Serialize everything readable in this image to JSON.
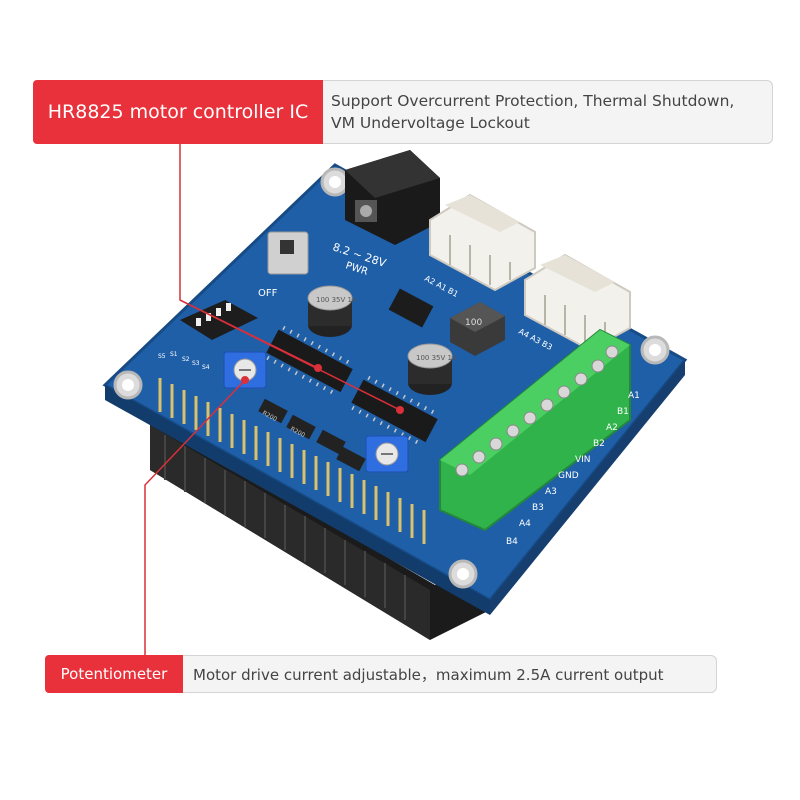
{
  "callouts": {
    "top": {
      "tag": "HR8825 motor controller IC",
      "line1": "Support Overcurrent Protection, Thermal Shutdown,",
      "line2": "VM Undervoltage Lockout"
    },
    "bottom": {
      "tag": "Potentiometer",
      "text": "Motor drive current adjustable，maximum 2.5A current output"
    }
  },
  "board": {
    "power_label": "8.2 ~ 28V",
    "pwr_label": "PWR",
    "off_label": "OFF",
    "cap_label": "100 35V 1A",
    "inductor_label": "100",
    "resistor_label": "R200",
    "dip_labels": [
      "S5",
      "S1",
      "S2",
      "S3",
      "S4"
    ],
    "terminal_labels": [
      "A1",
      "B1",
      "A2",
      "B2",
      "VIN",
      "GND",
      "A3",
      "B3",
      "A4",
      "B4"
    ],
    "connector_labels": [
      "A2 A1 B1",
      "A4 A3 B3"
    ]
  },
  "colors": {
    "pcb": "#1f5fa8",
    "callout_red": "#e8313a",
    "terminal_green": "#2fb34a",
    "header_black": "#1b1b1b"
  }
}
